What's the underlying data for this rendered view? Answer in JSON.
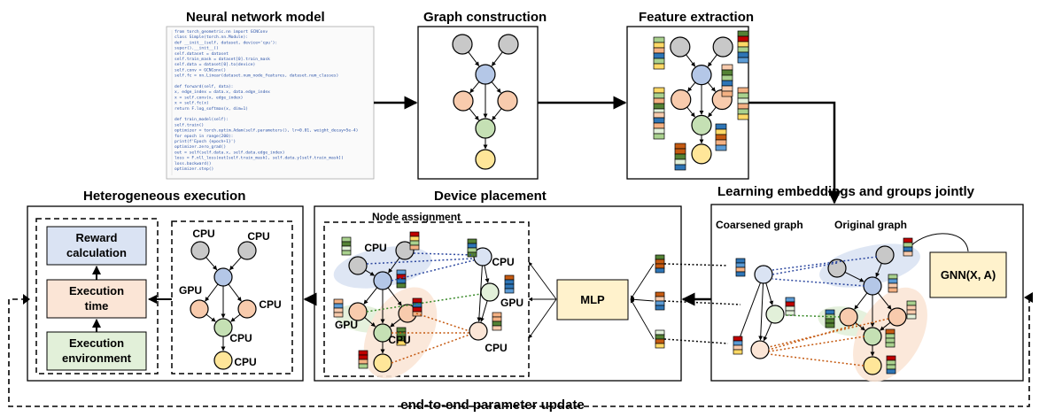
{
  "titles": {
    "model": "Neural network model",
    "graph": "Graph construction",
    "feature": "Feature extraction",
    "learning": "Learning embeddings and groups jointly",
    "placement": "Device placement",
    "hetero": "Heterogeneous execution"
  },
  "labels": {
    "node_assignment": "Node assignment",
    "coarsened": "Coarsened graph",
    "original": "Original graph",
    "gnn": "GNN(X, A)",
    "mlp": "MLP",
    "reward": [
      "Reward",
      "calculation"
    ],
    "exec_time": [
      "Execution",
      "time"
    ],
    "exec_env": [
      "Execution",
      "environment"
    ],
    "feedback": "end-to-end parameter update",
    "cpu": "CPU",
    "gpu": "GPU"
  },
  "code_lines": [
    "from torch_geometric.nn import GCNConv",
    "class Simple(torch.nn.Module):",
    "    def __init__(self, dataset, device='cpu'):",
    "        super().__init__()",
    "        self.dataset = dataset",
    "        self.train_mask = dataset[0].train_mask",
    "        self.data = dataset[0].to(device)",
    "        self.conv = GCNConv()",
    "        self.fc = nn.Linear(dataset.num_node_features, dataset.num_classes)",
    "",
    "    def forward(self, data):",
    "        x, edge_index = data.x, data.edge_index",
    "        x = self.conv(x, edge_index)",
    "        x = self.fc(x)",
    "        return F.log_softmax(x, dim=1)",
    "",
    "    def train_model(self):",
    "        self.train()",
    "        optimizer = torch.optim.Adam(self.parameters(), lr=0.01, weight_decay=5e-4)",
    "        for epoch in range(200):",
    "            print(f'Epoch {epoch+1}')",
    "            optimizer.zero_grad()",
    "            out = self(self.data.x, self.data.edge_index)",
    "            loss = F.nll_loss(out[self.train_mask], self.data.y[self.train_mask])",
    "            loss.backward()",
    "            optimizer.step()"
  ],
  "colors": {
    "gray": "#c8c8c8",
    "blue": "#b4c7e7",
    "salmon": "#f8cbad",
    "green": "#c5e0b4",
    "yellow": "#ffe699",
    "blob_blue": "#dae3f3",
    "blob_salmon": "#fbe5d6",
    "blob_green": "#e2f0d9",
    "gnn_fill": "#fff2cc",
    "dot_blue": "#2f4aa0",
    "dot_green": "#3a8a2a",
    "dot_orange": "#c55a11"
  }
}
